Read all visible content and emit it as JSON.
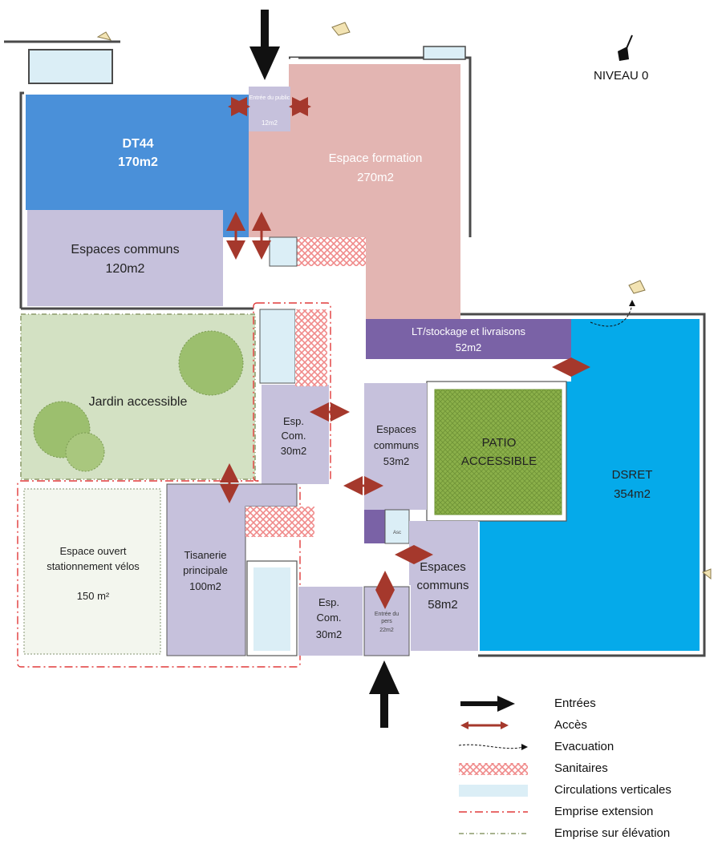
{
  "level_label": "NIVEAU 0",
  "colors": {
    "dt44": "#4a90d9",
    "formation": "#e3b5b2",
    "commons": "#c6c1dc",
    "storage": "#7a62a6",
    "dsret": "#05aaea",
    "garden": "#d3e1c3",
    "patio": "#8bb04a",
    "circulation": "#dbeef6",
    "access_arrow": "#a5382c",
    "extension_outline": "#e03a3a",
    "wall": "#4a4a4a"
  },
  "rooms": {
    "dt44": {
      "name": "DT44",
      "area": "170m2"
    },
    "formation": {
      "name": "Espace formation",
      "area": "270m2"
    },
    "entree_public": {
      "name": "Entrée du public",
      "area": "12m2"
    },
    "communs_120": {
      "name": "Espaces communs",
      "area": "120m2"
    },
    "stockage": {
      "name": "LT/stockage et livraisons",
      "area": "52m2"
    },
    "jardin": {
      "name": "Jardin accessible"
    },
    "esp_com_a": {
      "line1": "Esp.",
      "line2": "Com.",
      "area": "30m2"
    },
    "communs_53": {
      "line1": "Espaces",
      "line2": "communs",
      "area": "53m2"
    },
    "patio": {
      "line1": "PATIO",
      "line2": "ACCESSIBLE"
    },
    "dsret": {
      "name": "DSRET",
      "area": "354m2"
    },
    "velos": {
      "line1": "Espace ouvert",
      "line2": "stationnement vélos",
      "area": "150 m²"
    },
    "tisanerie": {
      "line1": "Tisanerie",
      "line2": "principale",
      "area": "100m2"
    },
    "esp_com_b": {
      "line1": "Esp.",
      "line2": "Com.",
      "area": "30m2"
    },
    "entree_pers": {
      "line1": "Entrée du",
      "line2": "pers",
      "area": "22m2"
    },
    "communs_58": {
      "line1": "Espaces",
      "line2": "communs",
      "area": "58m2"
    },
    "asc_label": "Asc"
  },
  "legend": [
    {
      "key": "entrees",
      "label": "Entrées"
    },
    {
      "key": "acces",
      "label": "Accès"
    },
    {
      "key": "evacuation",
      "label": "Evacuation"
    },
    {
      "key": "sanitaires",
      "label": "Sanitaires"
    },
    {
      "key": "circulations",
      "label": "Circulations verticales"
    },
    {
      "key": "extension",
      "label": "Emprise extension"
    },
    {
      "key": "elevation",
      "label": "Emprise sur élévation"
    }
  ]
}
